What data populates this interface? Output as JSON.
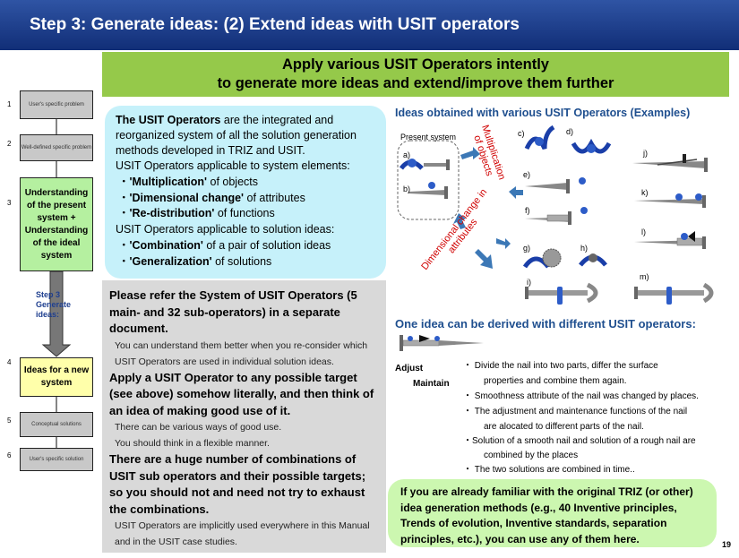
{
  "header": {
    "title": "Step 3: Generate ideas:  (2) Extend ideas with USIT operators"
  },
  "banner": {
    "line1": "Apply various USIT Operators intently",
    "line2": "to generate more ideas and extend/improve them further"
  },
  "flow": {
    "items": [
      {
        "num": "1",
        "label": "User's specific problem"
      },
      {
        "num": "2",
        "label": "Well-defined specific problem"
      },
      {
        "num": "3",
        "label": "Understanding of the present system + Understanding  of the ideal system"
      },
      {
        "num": "4",
        "label": "Ideas for a new system"
      },
      {
        "num": "5",
        "label": "Conceptual solutions"
      },
      {
        "num": "6",
        "label": "User's specific solution"
      }
    ],
    "step_label": "Step 3 Generate ideas:"
  },
  "operators": {
    "intro_bold": "The USIT Operators",
    "intro_rest": " are the integrated and reorganized system of all the solution generation methods developed in TRIZ and USIT.",
    "elements_heading": "USIT Operators applicable to system elements:",
    "elements": [
      {
        "name": "'Multiplication'",
        "rest": " of objects"
      },
      {
        "name": "'Dimensional change'",
        "rest": " of attributes"
      },
      {
        "name": "'Re-distribution'",
        "rest": " of functions"
      }
    ],
    "solutions_heading": "USIT Operators applicable to solution ideas:",
    "solutions": [
      {
        "name": "'Combination'",
        "rest": " of a pair of solution ideas"
      },
      {
        "name": "'Generalization'",
        "rest": " of solutions"
      }
    ]
  },
  "reference": {
    "p1": "Please refer the System of USIT Operators (5 main- and 32 sub-operators)  in a separate document.",
    "s1": "You can understand them better when you re-consider which USIT Operators are used in individual solution ideas.",
    "p2": "Apply a USIT Operator to any possible target (see above) somehow literally, and then think of an idea of making good use of it.",
    "s2a": "There can be various ways of good use.",
    "s2b": "You should think in a flexible manner.",
    "p3": "There are a huge number of combinations of USIT sub operators and their possible targets; so you should not and need not try to exhaust the combinations.",
    "s3": "USIT Operators are implicitly used everywhere in this Manual and in the USIT case studies."
  },
  "ideas": {
    "title": "Ideas obtained with various USIT Operators  (Examples)",
    "present_system": "Present system",
    "multiplication": "Multiplication of objects",
    "dimensional": "Dimensional change in attributes",
    "letters": [
      "a)",
      "b)",
      "c)",
      "d)",
      "e)",
      "f)",
      "g)",
      "h)",
      "i)",
      "j)",
      "k)",
      "l)",
      "m)"
    ]
  },
  "one_idea": {
    "title": "One idea can be derived with different USIT operators:",
    "adjust": "Adjust",
    "maintain": "Maintain",
    "bullets": [
      "・ Divide the nail into two parts, differ the surface",
      "properties and combine them again.",
      "・ Smoothness attribute of the nail was changed by places.",
      "・ The adjustment and maintenance functions of the nail",
      "are alocated to different parts of the nail.",
      "・Solution of a smooth nail and solution of a rough nail are",
      "combined by the places",
      "・ The two solutions are combined in time.."
    ]
  },
  "footer_note": "If you are already familiar with the original TRIZ (or other) idea generation methods (e.g., 40 Inventive principles, Trends of evolution, Inventive standards, separation principles, etc.), you can use any of them here.",
  "page_number": "19",
  "colors": {
    "title_bg": "#1b3a8a",
    "banner_bg": "#95c94a",
    "cyan_box": "#c6f1fa",
    "gray_box": "#d9d9d9",
    "green_box": "#ccf7b0",
    "accent_blue": "#1f4f8f",
    "red": "#d00000"
  }
}
